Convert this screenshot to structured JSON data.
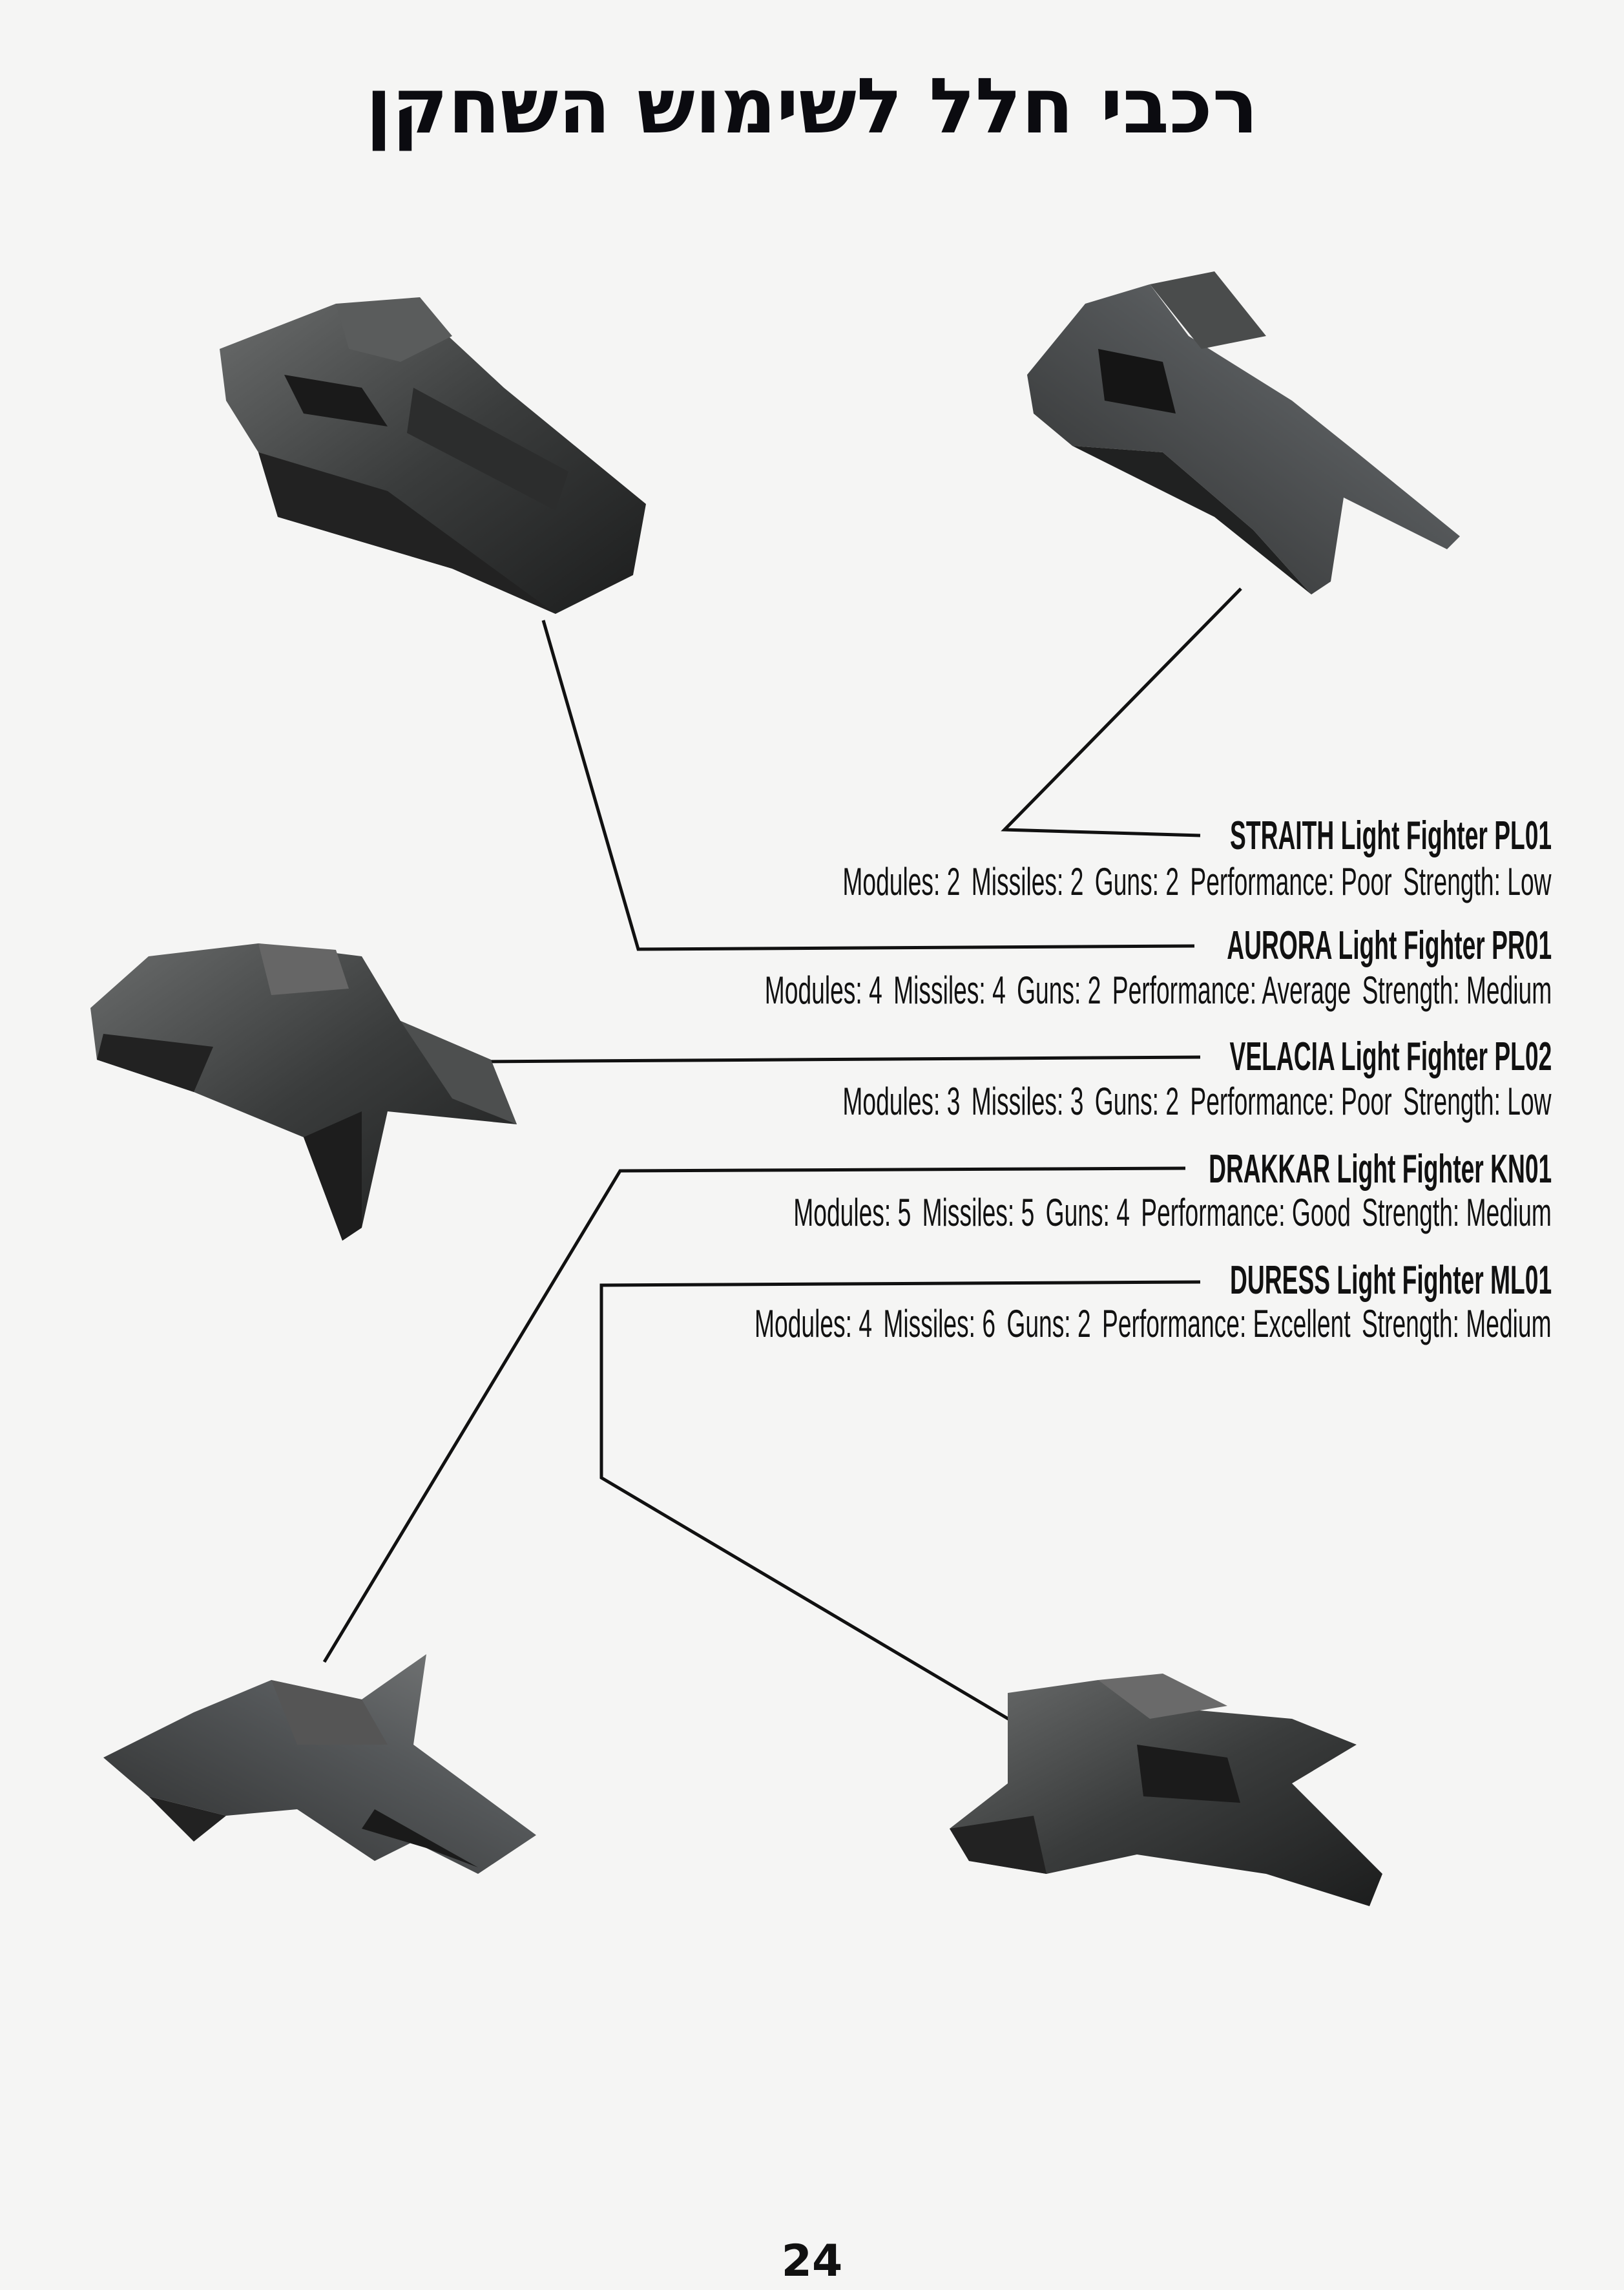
{
  "title": "רכבי חלל לשימוש השחקן",
  "labels": {
    "modules": "Modules:",
    "missiles": "Missiles:",
    "guns": "Guns:",
    "performance": "Performance:",
    "strength": "Strength:"
  },
  "ships": [
    {
      "name": "STRAITH Light Fighter PL01",
      "modules": "2",
      "missiles": "2",
      "guns": "2",
      "performance": "Poor",
      "strength": "Low"
    },
    {
      "name": "AURORA Light Fighter PR01",
      "modules": "4",
      "missiles": "4",
      "guns": "2",
      "performance": "Average",
      "strength": "Medium"
    },
    {
      "name": "VELACIA Light Fighter PL02",
      "modules": "3",
      "missiles": "3",
      "guns": "2",
      "performance": "Poor",
      "strength": "Low"
    },
    {
      "name": "DRAKKAR Light Fighter KN01",
      "modules": "5",
      "missiles": "5",
      "guns": "4",
      "performance": "Good",
      "strength": "Medium"
    },
    {
      "name": "DURESS Light Fighter ML01",
      "modules": "4",
      "missiles": "6",
      "guns": "2",
      "performance": "Excellent",
      "strength": "Medium"
    }
  ],
  "page_number": "24"
}
